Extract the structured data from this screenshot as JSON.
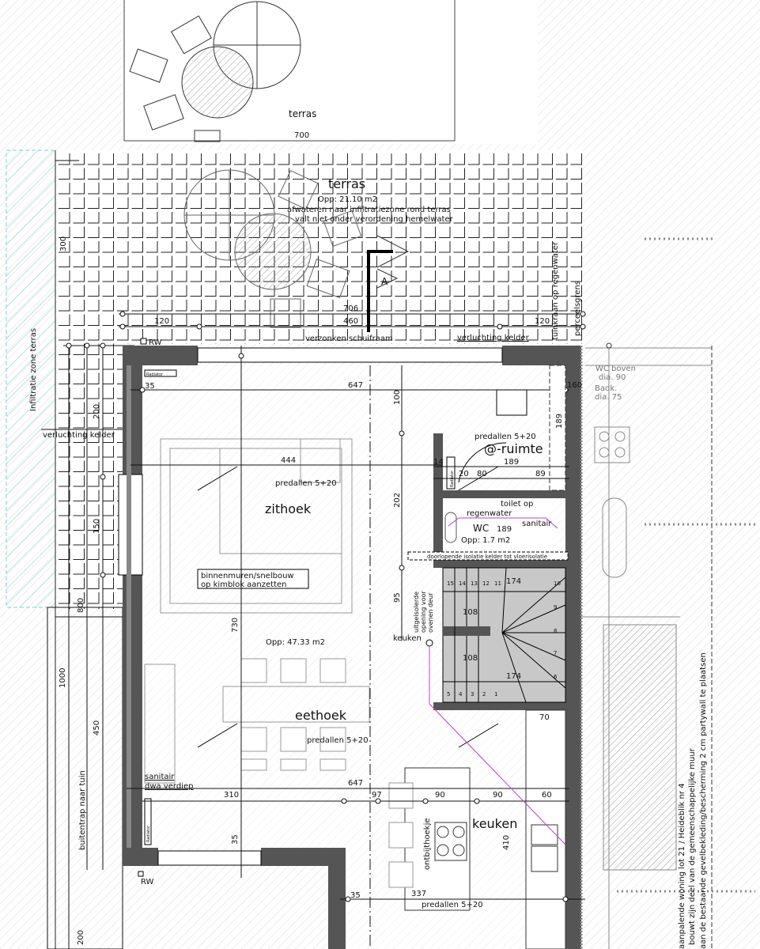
{
  "inset": {
    "room_label": "terras",
    "width_dim": "700"
  },
  "terrace": {
    "title": "terras",
    "area": "Opp: 21.10 m2",
    "note_line1": "afwateren naar infiltratiezone rond terras",
    "note_line2": "valt niet onder verordening hemelwater",
    "dim_706": "706",
    "dim_460": "460",
    "dim_120_left": "120",
    "dim_120_right": "120",
    "dim_300": "300",
    "sliding_window": "verzonken schuifraam",
    "ventilation": "verluchting kelder",
    "garden_tap": "tuinkraan op regenwater",
    "property_line": "perceelsgrens",
    "rw_top": "RW",
    "section_marker": "A"
  },
  "left": {
    "infiltration": "Infiltratie zone terras",
    "dim_200": "200",
    "ventilation": "verluchting kelder",
    "dim_150": "150",
    "dim_800": "800",
    "dim_1000": "1000",
    "dim_450": "450",
    "stairs": "buitentrap naar tuin",
    "dim_200_bottom": "200"
  },
  "living": {
    "radiator_top": "Radiator",
    "dim_35_top": "35",
    "dim_647_top": "647",
    "dim_100": "100",
    "dim_444": "444",
    "slab_1": "predallen 5+20",
    "zithoek": "zithoek",
    "note_line1": "binnenmuren/snelbouw",
    "note_line2": "op kimblok aanzetten",
    "dim_730": "730",
    "dim_202": "202",
    "dim_95": "95",
    "area": "Opp: 47.33 m2",
    "eethoek": "eethoek",
    "slab_2": "predallen 5+20",
    "sanitary": "sanitair",
    "dwa": "dwa verdiep",
    "dim_647_bottom": "647",
    "dim_310": "310",
    "dim_97": "97",
    "dim_90a": "90",
    "dim_90b": "90",
    "dim_60": "60",
    "radiator_bottom": "Radiator",
    "dim_35_bottom": "35",
    "rw_bottom": "RW",
    "dim_35_right": "35",
    "dim_337": "337",
    "slab_3": "predallen 5+20"
  },
  "kitchen": {
    "label": "keuken",
    "dim_410": "410",
    "counter": "ontbijthoekje",
    "dim_70": "70",
    "passage": "keuken"
  },
  "utility": {
    "slab": "predallen 5+20",
    "label": "@-ruimte",
    "dim_189a": "189",
    "dim_189b": "189",
    "dim_80": "80",
    "dim_20": "20",
    "dim_89": "89",
    "dim_14": "14",
    "dim_160": "160",
    "radiator": "Radiator"
  },
  "wc": {
    "label": "WC",
    "dim_189": "189",
    "area": "Opp: 1.7 m2",
    "note_line1": "toilet op",
    "note_line2": "regenwater",
    "sanitary": "sanitair",
    "insulation": "doorlopende isolatie kelder tot vloerisolatie",
    "opening_line1": "uitgeisolerde",
    "opening_line2": "opening voor",
    "opening_line3": "ovenen deur"
  },
  "stairs": {
    "dim_174_top": "174",
    "dim_108_top": "108",
    "dim_108_bottom": "108",
    "dim_174_bottom": "174",
    "step_numbers": [
      "15",
      "14",
      "13",
      "12",
      "11",
      "10",
      "9",
      "8",
      "7",
      "6",
      "5",
      "4",
      "3",
      "2",
      "1"
    ]
  },
  "neighbour": {
    "wc_above": "WC boven",
    "wc_dia": "dia. 90",
    "bath": "Badk.",
    "bath_dia": "dia. 75",
    "line1": "aanpalende woning lot 21 / Heideblik nr 4",
    "line2": "bouwt zijn deel van de gemeenschappelijke muur",
    "line3": "aan de bestaande gevelbekleding/bescherming 2 cm partywall te plaatsen"
  },
  "colors": {
    "wall": "#555555",
    "pipe": "#c040c0",
    "infiltration": "#7ccfcf",
    "hatch": "#d8d8d8"
  }
}
